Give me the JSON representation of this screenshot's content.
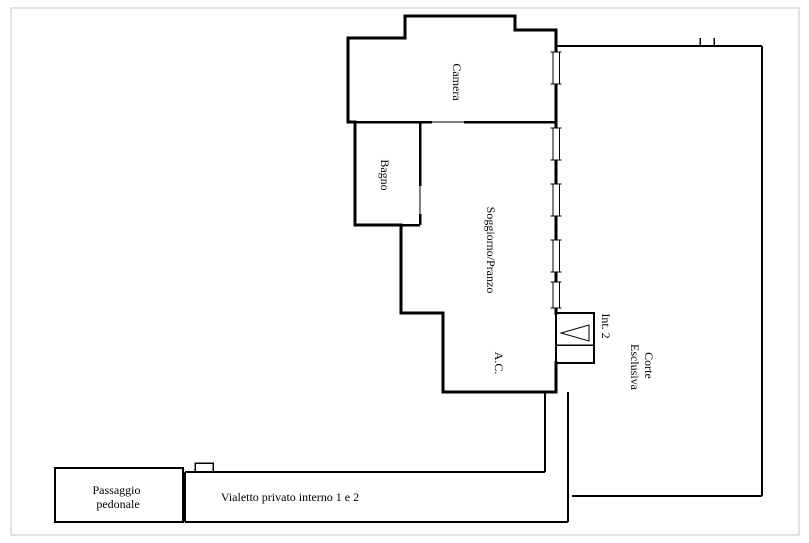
{
  "page": {
    "background": "#ffffff",
    "border_color": "#c6c6c6",
    "wall_color": "#000000"
  },
  "labels": {
    "camera": "Camera",
    "bagno": "Bagno",
    "soggiorno": "Soggiorno/Pranzo",
    "ac": "A.C.",
    "int2": "Int. 2",
    "corte_line1": "Corte",
    "corte_line2": "Esclusiva",
    "passaggio_line1": "Passaggio",
    "passaggio_line2": "pedonale",
    "vialetto": "Vialetto privato interno 1 e 2"
  }
}
